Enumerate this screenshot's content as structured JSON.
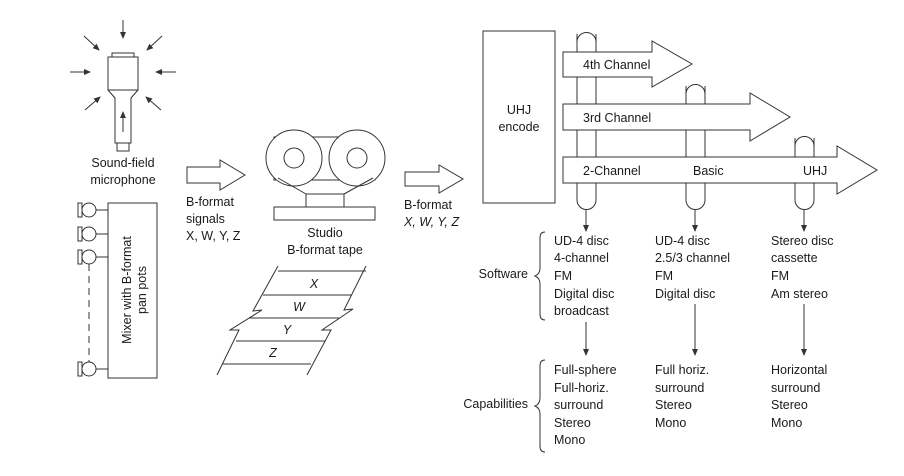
{
  "microphone": {
    "label_line1": "Sound-field",
    "label_line2": "microphone"
  },
  "mixer": {
    "label_line1": "Mixer with B-format",
    "label_line2": "pan pots"
  },
  "signals": {
    "line1": "B-format",
    "line2": "signals",
    "line3": "X, W, Y, Z"
  },
  "tape": {
    "label_line1": "Studio",
    "label_line2": "B-format tape",
    "tracks": [
      "X",
      "W",
      "Y",
      "Z"
    ]
  },
  "bformat_out": {
    "line1": "B-format",
    "line2": "X, W, Y, Z"
  },
  "encoder": {
    "line1": "UHJ",
    "line2": "encode"
  },
  "channels": {
    "fourth": "4th Channel",
    "third": "3rd Channel",
    "two": "2-Channel",
    "basic": "Basic",
    "uhj": "UHJ"
  },
  "software": {
    "label": "Software",
    "columns": [
      [
        "UD-4 disc",
        "4-channel",
        "FM",
        "Digital disc",
        "broadcast"
      ],
      [
        "UD-4 disc",
        "2.5/3 channel",
        "FM",
        "Digital disc"
      ],
      [
        "Stereo disc",
        "cassette",
        "FM",
        "Am stereo"
      ]
    ]
  },
  "capabilities": {
    "label": "Capabilities",
    "columns": [
      [
        "Full-sphere",
        "Full-horiz.",
        "surround",
        "Stereo",
        "Mono"
      ],
      [
        "Full horiz.",
        "surround",
        "Stereo",
        "Mono"
      ],
      [
        "Horizontal",
        "surround",
        "Stereo",
        "Mono"
      ]
    ]
  }
}
